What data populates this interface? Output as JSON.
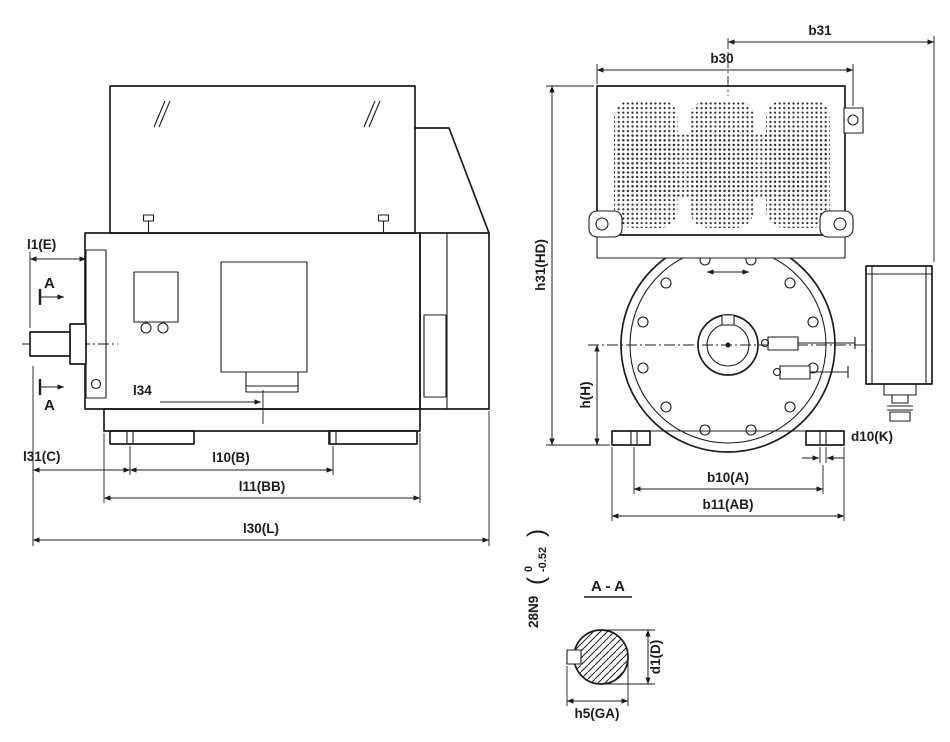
{
  "colors": {
    "background": "#ffffff",
    "ink": "#1c1c1c"
  },
  "drawing_labels": {
    "side": {
      "l1": "l1(E)",
      "section_a_top": "A",
      "section_a_bottom": "A",
      "l34": "l34",
      "l31": "l31(C)",
      "l10": "l10(B)",
      "l11": "l11(BB)",
      "l30": "l30(L)"
    },
    "front": {
      "b31": "b31",
      "b30": "b30",
      "h31": "h31(HD)",
      "h": "h(H)",
      "d10": "d10(K)",
      "b10": "b10(A)",
      "b11": "b11(AB)"
    },
    "section": {
      "title": "A - A",
      "key_width": "28N9",
      "paren_open": "(",
      "dev_upper": "0",
      "dev_lower": "-0.52",
      "paren_close": ")",
      "d1": "d1(D)",
      "h5": "h5(GA)"
    }
  }
}
